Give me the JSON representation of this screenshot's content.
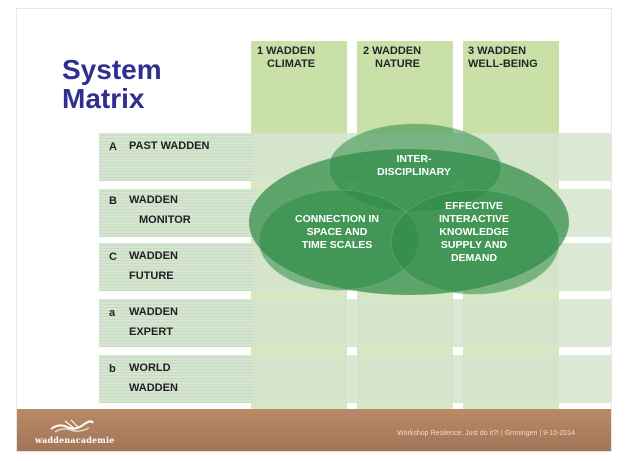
{
  "slide": {
    "title_line1": "System",
    "title_line2": "Matrix",
    "columns": [
      {
        "line1": "1 WADDEN",
        "line2": "CLIMATE"
      },
      {
        "line1": "2 WADDEN",
        "line2": "NATURE"
      },
      {
        "line1": "3 WADDEN",
        "line2": "WELL-BEING"
      }
    ],
    "rows": [
      {
        "letter": "A",
        "line1": "PAST WADDEN",
        "line2": ""
      },
      {
        "letter": "B",
        "line1": "WADDEN",
        "line2": "MONITOR"
      },
      {
        "letter": "C",
        "line1": "WADDEN",
        "line2": "FUTURE"
      },
      {
        "letter": "a",
        "line1": "WADDEN",
        "line2": "EXPERT"
      },
      {
        "letter": "b",
        "line1": "WORLD",
        "line2": "WADDEN"
      }
    ],
    "ellipses": {
      "top": {
        "line1": "INTER-",
        "line2": "DISCIPLINARY"
      },
      "left": {
        "line1": "CONNECTION IN",
        "line2": "SPACE AND",
        "line3": "TIME SCALES"
      },
      "right": {
        "line1": "EFFECTIVE",
        "line2": "INTERACTIVE",
        "line3": "KNOWLEDGE",
        "line4": "SUPPLY AND",
        "line5": "DEMAND"
      }
    },
    "colors": {
      "title": "#2f2f8f",
      "ellipse": "#2e8b46",
      "footer": "#b08060",
      "column": "#d8e8c3"
    }
  },
  "footer": {
    "logo_text": "waddenacademie",
    "caption": "Workshop Resilence: Just do it?! | Groningen |  9-10-2014"
  }
}
